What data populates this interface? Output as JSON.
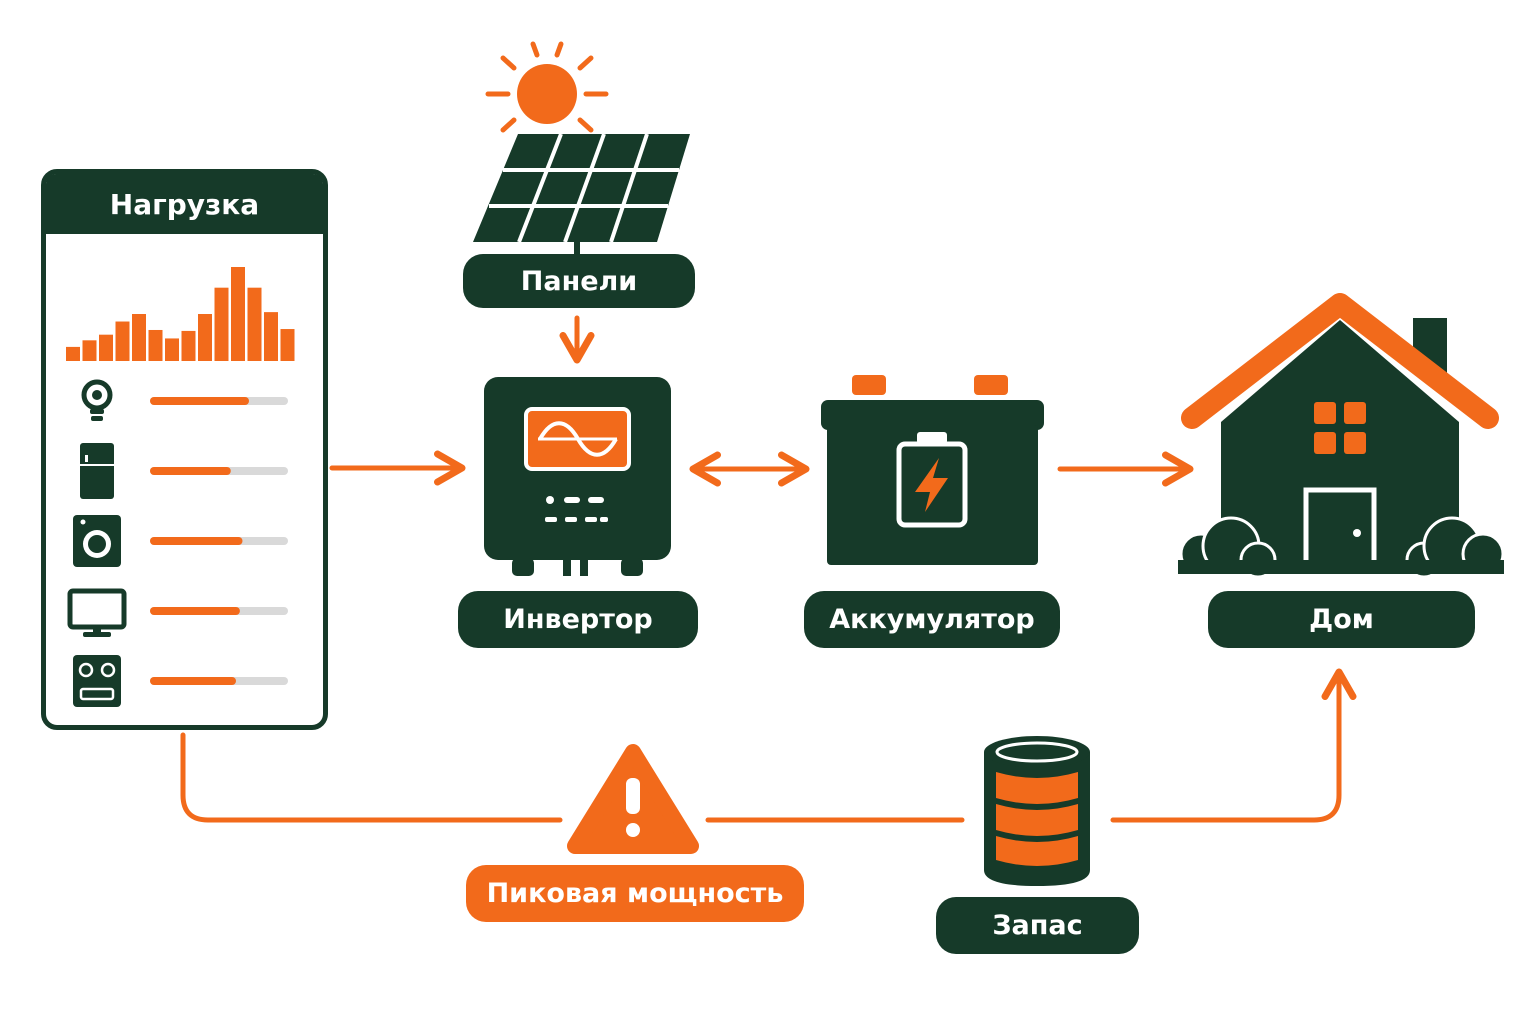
{
  "colors": {
    "dark": "#163a29",
    "accent": "#f26a1b",
    "track": "#d9d9d9",
    "background": "#ffffff"
  },
  "labels": {
    "load": "Нагрузка",
    "panels": "Панели",
    "inverter": "Инвертор",
    "battery": "Аккумулятор",
    "house": "Дом",
    "peak": "Пиковая мощность",
    "reserve": "Запас"
  },
  "load_histogram": [
    0.15,
    0.22,
    0.28,
    0.42,
    0.5,
    0.33,
    0.24,
    0.32,
    0.5,
    0.78,
    1.0,
    0.78,
    0.52,
    0.34
  ],
  "appliances": [
    {
      "icon": "light-bulb-icon",
      "level": 0.7
    },
    {
      "icon": "refrigerator-icon",
      "level": 0.56
    },
    {
      "icon": "washing-machine-icon",
      "level": 0.65
    },
    {
      "icon": "tv-icon",
      "level": 0.63
    },
    {
      "icon": "stove-icon",
      "level": 0.6
    }
  ]
}
